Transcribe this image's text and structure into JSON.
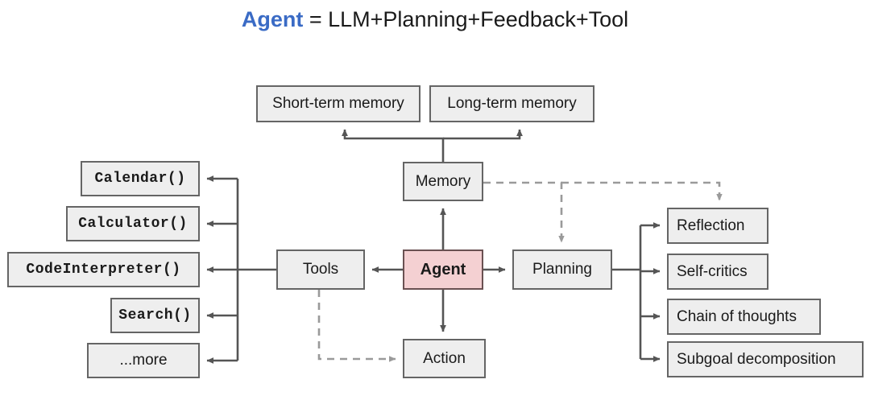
{
  "title": {
    "highlight": "Agent",
    "rest": "= LLM+Planning+Feedback+Tool",
    "highlight_color": "#3a6bc5"
  },
  "colors": {
    "box_fill": "#eeeeee",
    "box_stroke": "#656565",
    "agent_fill": "#f4d0d2",
    "edge_solid": "#555555",
    "edge_dashed": "#9a9a9a",
    "text": "#1a1a1a"
  },
  "nodes": {
    "agent": {
      "label": "Agent"
    },
    "memory": {
      "label": "Memory"
    },
    "tools": {
      "label": "Tools"
    },
    "planning": {
      "label": "Planning"
    },
    "action": {
      "label": "Action"
    },
    "short_term_memory": {
      "label": "Short-term memory"
    },
    "long_term_memory": {
      "label": "Long-term memory"
    }
  },
  "tools_list": [
    {
      "label": "Calendar()",
      "mono": true
    },
    {
      "label": "Calculator()",
      "mono": true
    },
    {
      "label": "CodeInterpreter()",
      "mono": true
    },
    {
      "label": "Search()",
      "mono": true
    },
    {
      "label": "...more",
      "mono": false
    }
  ],
  "planning_list": [
    {
      "label": "Reflection"
    },
    {
      "label": "Self-critics"
    },
    {
      "label": "Chain of thoughts"
    },
    {
      "label": "Subgoal decomposition"
    }
  ],
  "edges": [
    {
      "from": "agent",
      "to": "tools",
      "style": "solid"
    },
    {
      "from": "agent",
      "to": "planning",
      "style": "solid"
    },
    {
      "from": "agent",
      "to": "memory",
      "style": "solid"
    },
    {
      "from": "agent",
      "to": "action",
      "style": "solid"
    },
    {
      "from": "memory",
      "to": "short_term_memory",
      "style": "solid"
    },
    {
      "from": "memory",
      "to": "long_term_memory",
      "style": "solid"
    },
    {
      "from": "tools",
      "to": "tools_list",
      "style": "solid"
    },
    {
      "from": "planning",
      "to": "planning_list",
      "style": "solid"
    },
    {
      "from": "memory",
      "to": "planning",
      "style": "dashed"
    },
    {
      "from": "memory",
      "to": "reflection",
      "style": "dashed"
    },
    {
      "from": "tools",
      "to": "action",
      "style": "dashed"
    }
  ]
}
